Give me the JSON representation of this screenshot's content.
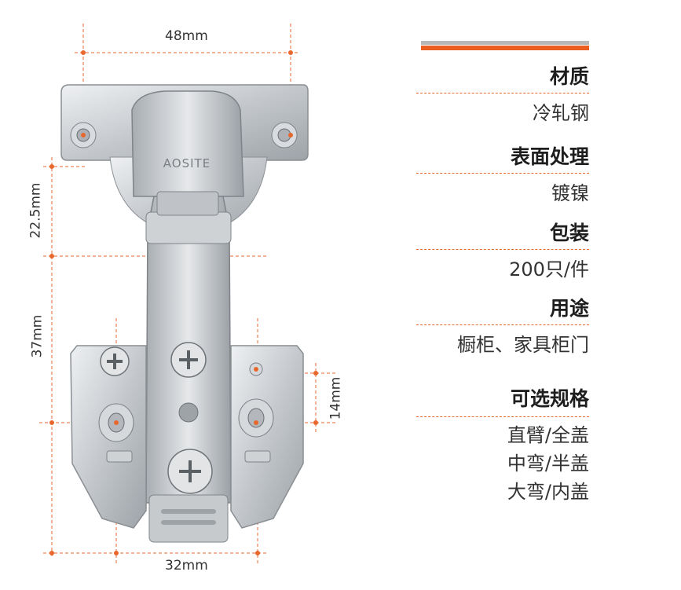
{
  "dimensions": {
    "top_width": "48mm",
    "upper_height": "22.5mm",
    "lower_height": "37mm",
    "hole_spacing": "14mm",
    "bottom_width": "32mm"
  },
  "brand_mark": "AOSITE",
  "specs": [
    {
      "heading": "材质",
      "value": "冷轧钢"
    },
    {
      "heading": "表面处理",
      "value": "镀镍"
    },
    {
      "heading": "包装",
      "value": "200只/件"
    },
    {
      "heading": "用途",
      "value": "橱柜、家具柜门"
    }
  ],
  "options": {
    "heading": "可选规格",
    "items": [
      "直臂/全盖",
      "中弯/半盖",
      "大弯/内盖"
    ]
  },
  "colors": {
    "accent": "#ec5d20",
    "bar_gray": "#b7b7b7",
    "steel": "#c9ccd0"
  }
}
